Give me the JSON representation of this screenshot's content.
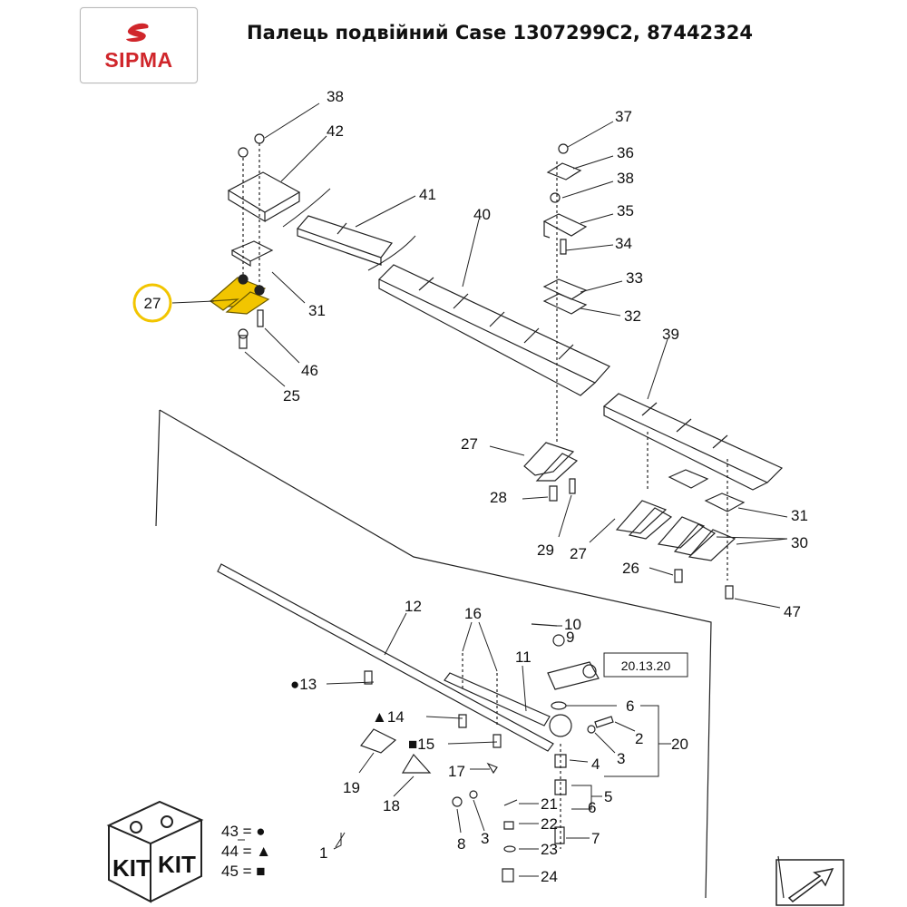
{
  "brand": {
    "logo_text": "SIPMA",
    "color": "#d0262b"
  },
  "title": "Палець подвійний Case 1307299C2, 87442324",
  "highlight": {
    "part": "27",
    "color": "#f2c500"
  },
  "callouts": {
    "c38a": "38",
    "c42": "42",
    "c41": "41",
    "c40": "40",
    "c37": "37",
    "c36": "36",
    "c38b": "38",
    "c35": "35",
    "c34": "34",
    "c33": "33",
    "c32": "32",
    "c31a": "31",
    "c46": "46",
    "c25": "25",
    "c39": "39",
    "c27b": "27",
    "c28": "28",
    "c29": "29",
    "c31b": "31",
    "c27c": "27",
    "c30": "30",
    "c26": "26",
    "c47": "47",
    "c12": "12",
    "c16": "16",
    "c10": "10",
    "c9": "9",
    "c11": "11",
    "c13": "●13",
    "c14": "▲14",
    "c15": "■15",
    "c6a": "6",
    "c2": "2",
    "c3a": "3",
    "c20": "20",
    "c4": "4",
    "c17": "17",
    "c5": "5",
    "c19": "19",
    "c18": "18",
    "c21": "21",
    "c6b": "6",
    "c22": "22",
    "c7": "7",
    "c23": "23",
    "c24": "24",
    "c8": "8",
    "c3b": "3",
    "c1": "1"
  },
  "reference_box": "20.13.20",
  "kit": {
    "label_a": "KIT",
    "label_b": "KIT",
    "legend": [
      "43 = ●",
      "44 = ▲",
      "45 = ■"
    ]
  },
  "next_page_icon": "arrow-next-page-icon"
}
